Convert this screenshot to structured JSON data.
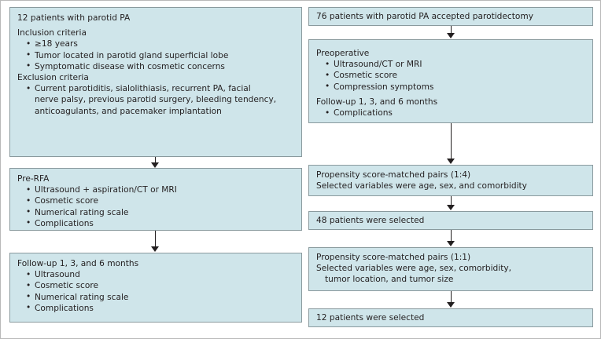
{
  "figure": {
    "type": "flowchart",
    "colors": {
      "box_fill": "#cfe5ea",
      "box_border": "#8a9a9e",
      "frame_border": "#b9b9b9",
      "text": "#231f20",
      "arrow": "#231f20"
    }
  },
  "left_column": {
    "box1": {
      "title": "12 patients with parotid PA",
      "section1_label": "Inclusion criteria",
      "section1_items": [
        "≥18 years",
        "Tumor located in parotid gland superficial lobe",
        "Symptomatic disease with cosmetic concerns"
      ],
      "section2_label": "Exclusion criteria",
      "section2_items": [
        "Current parotiditis, sialolithiasis, recurrent PA, facial nerve palsy, previous parotid surgery, bleeding tendency, anticoagulants, and pacemaker implantation"
      ]
    },
    "box2": {
      "title": "Pre-RFA",
      "items": [
        "Ultrasound + aspiration/CT or MRI",
        "Cosmetic score",
        "Numerical rating scale",
        "Complications"
      ]
    },
    "box3": {
      "title": "Follow-up 1, 3, and 6 months",
      "items": [
        "Ultrasound",
        "Cosmetic score",
        "Numerical rating scale",
        "Complications"
      ]
    }
  },
  "right_column": {
    "box1": {
      "title": "76 patients with parotid PA accepted parotidectomy"
    },
    "box2": {
      "title": "Preoperative",
      "items": [
        "Ultrasound/CT or MRI",
        "Cosmetic score",
        "Compression symptoms"
      ],
      "subtitle": "Follow-up 1, 3, and 6 months",
      "subitems": [
        "Complications"
      ]
    },
    "box3": {
      "line1": "Propensity score-matched pairs (1:4)",
      "line2": "Selected variables were age, sex, and comorbidity"
    },
    "box4": {
      "title": "48 patients were selected"
    },
    "box5": {
      "line1": "Propensity score-matched pairs (1:1)",
      "line2": "Selected variables were age, sex, comorbidity,",
      "line3": "tumor location, and tumor size"
    },
    "box6": {
      "title": "12 patients were selected"
    }
  }
}
